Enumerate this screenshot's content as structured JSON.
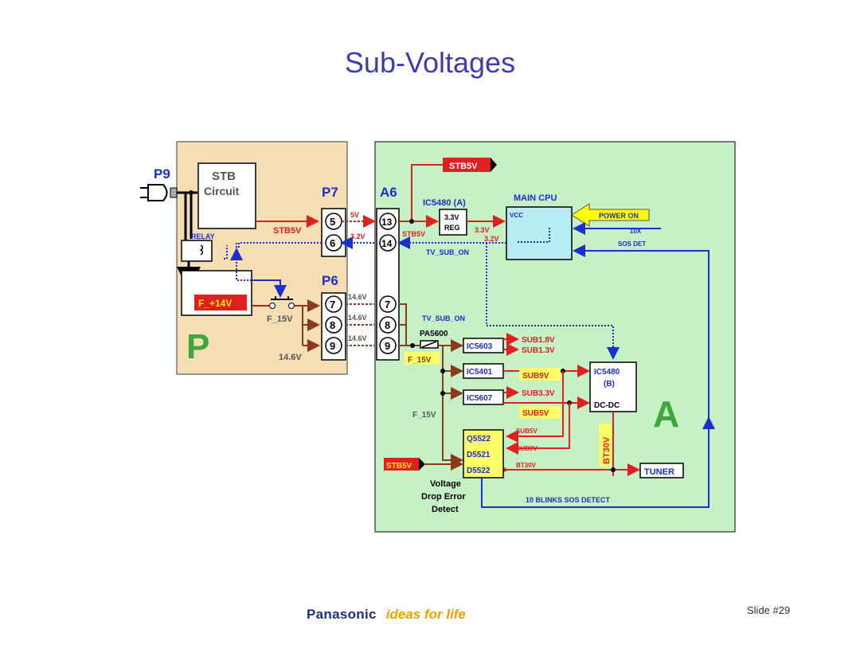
{
  "slide": {
    "title": "Sub-Voltages",
    "number": "Slide #29"
  },
  "brand": {
    "name": "Panasonic",
    "tagline": "ideas for life"
  },
  "colors": {
    "title": "#3d3db0",
    "p_board": "#f5ddb4",
    "a_board": "#c6f0c6",
    "red": "#e02020",
    "blue": "#1a2fcc",
    "brown": "#8b3a1a"
  },
  "boards": {
    "p": "P",
    "a": "A"
  },
  "connectors": {
    "p9": "P9",
    "p7": "P7",
    "p6": "P6",
    "a6": "A6",
    "p7_pins": [
      "5",
      "6"
    ],
    "p6_pins": [
      "7",
      "8",
      "9"
    ],
    "a6_pins": [
      "13",
      "14",
      "7",
      "8",
      "9"
    ]
  },
  "p_board": {
    "stb_line1": "STB",
    "stb_line2": "Circuit",
    "relay": "RELAY",
    "f14v": "F_+14V",
    "f15v": "F_15V",
    "v146": "14.6V"
  },
  "signals": {
    "stb5v": "STB5V",
    "v5": "5V",
    "v32": "3.2V",
    "v33": "3.3V",
    "tv_sub_on": "TV_SUB_ON",
    "v146": "14.6V",
    "f15v": "F_15V",
    "sub18": "SUB1.8V",
    "sub13": "SUB1.3V",
    "sub9": "SUB9V",
    "sub33": "SUB3.3V",
    "sub5": "SUB5V",
    "bt30": "BT30V",
    "power_on": "POWER ON",
    "x10": "10X",
    "sos_det": "SOS DET",
    "blinks": "10 BLINKS SOS DETECT"
  },
  "components": {
    "ic5480a": "IC5480 (A)",
    "reg1": "3.3V",
    "reg2": "REG",
    "main_cpu": "MAIN  CPU",
    "vcc": "VCC",
    "pa5600": "PA5600",
    "ic5603": "IC5603",
    "ic5401": "IC5401",
    "ic5607": "IC5607",
    "ic5480b1": "IC5480",
    "ic5480b2": "(B)",
    "dcdc": "DC-DC",
    "q5522": "Q5522",
    "d5521": "D5521",
    "d5522": "D5522",
    "tuner": "TUNER",
    "vde1": "Voltage",
    "vde2": "Drop Error",
    "vde3": "Detect"
  }
}
